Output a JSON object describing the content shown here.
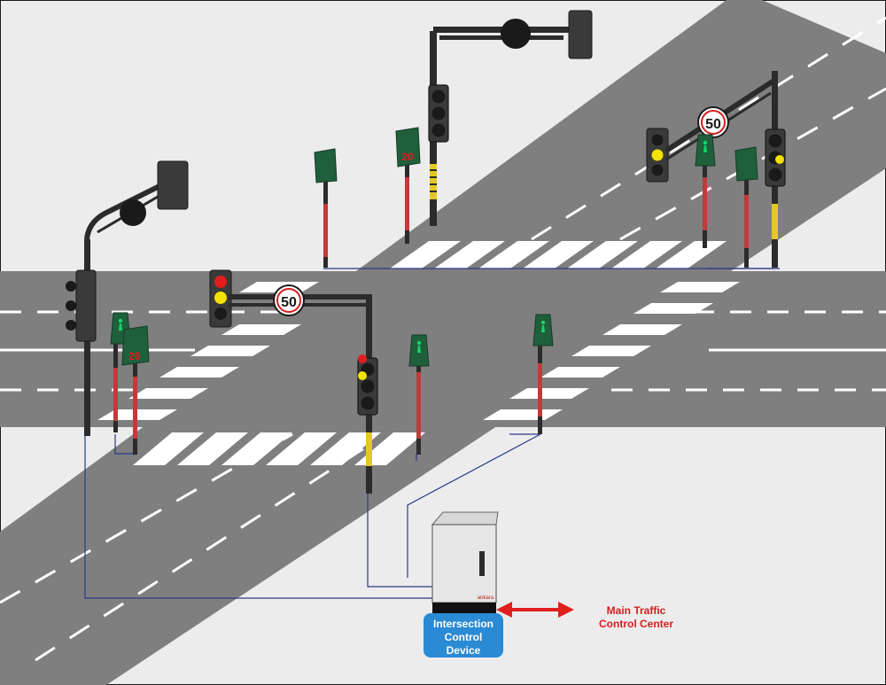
{
  "speed_limit_sign": "50",
  "pedestrian_countdown": "20",
  "controller_label": [
    "Intersection",
    "Control",
    "Device"
  ],
  "center_label": [
    "Main Traffic",
    "Control Center"
  ],
  "cabinet_brand": "ankara",
  "colors": {
    "road": "#7f7f7f",
    "background": "#ececec",
    "pole": "#2b2b2b",
    "signal_head": "#3a3a3a",
    "red_light": "#e21d1d",
    "yellow_light": "#f2e200",
    "ped_sign": "#1f5f3c",
    "ped_text": "#17d46a",
    "arrow": "#e0201e",
    "label_blue": "#2a8ad4",
    "center_text": "#d41f1f"
  }
}
